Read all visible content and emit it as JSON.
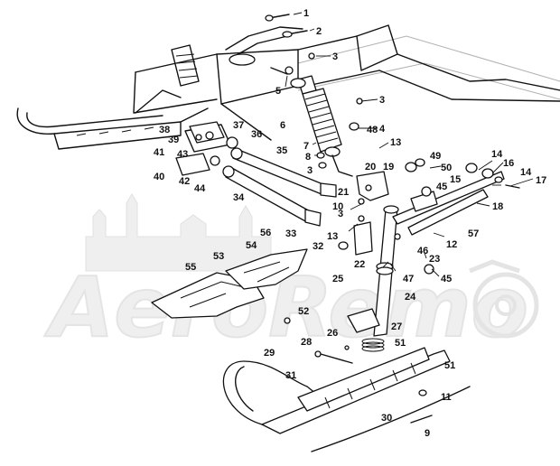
{
  "watermark": {
    "text": "AeroRemo",
    "color": "#e6e6e6"
  },
  "callouts": [
    "1",
    "2",
    "3",
    "3",
    "4",
    "5",
    "6",
    "7",
    "8",
    "3",
    "3",
    "9",
    "10",
    "11",
    "12",
    "13",
    "13",
    "14",
    "14",
    "15",
    "16",
    "17",
    "18",
    "19",
    "20",
    "21",
    "22",
    "23",
    "24",
    "25",
    "26",
    "27",
    "28",
    "29",
    "30",
    "31",
    "32",
    "33",
    "34",
    "35",
    "36",
    "37",
    "38",
    "39",
    "40",
    "41",
    "42",
    "43",
    "44",
    "45",
    "45",
    "46",
    "47",
    "48",
    "49",
    "50",
    "51",
    "51",
    "52",
    "53",
    "54",
    "55",
    "56",
    "57"
  ],
  "colors": {
    "line": "#111111",
    "background": "#ffffff"
  }
}
